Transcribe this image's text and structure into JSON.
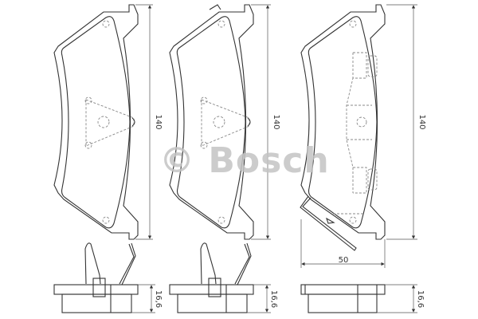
{
  "watermark": {
    "symbol": "©",
    "brand": "Bosch"
  },
  "pads": [
    {
      "height_label": "140",
      "thickness_label": "16,6"
    },
    {
      "height_label": "140",
      "thickness_label": "16,6"
    },
    {
      "height_label": "140",
      "thickness_label": "16,6",
      "width_label": "50"
    }
  ]
}
